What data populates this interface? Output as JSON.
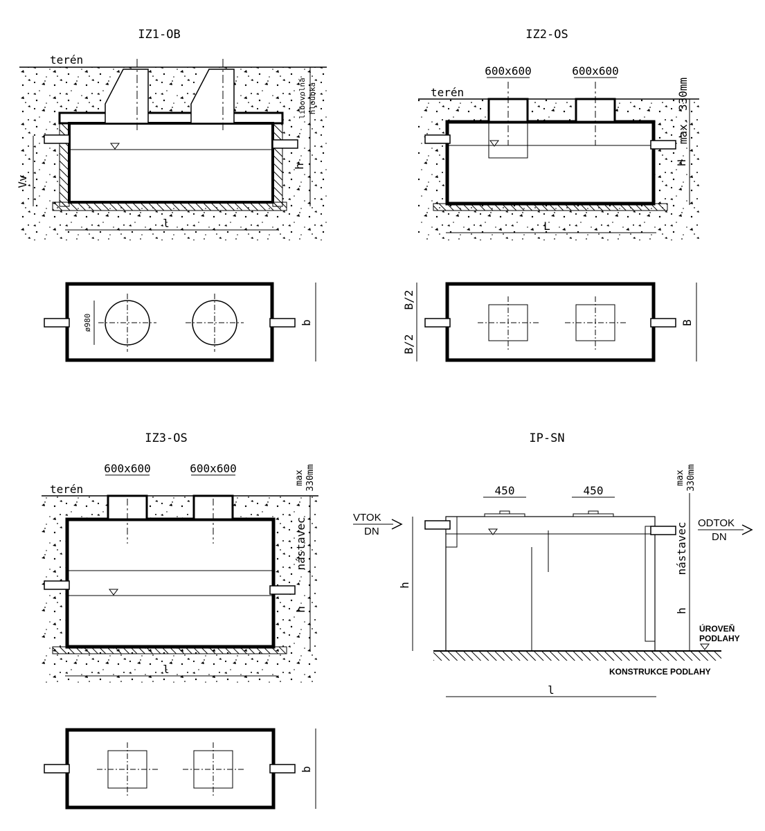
{
  "views": {
    "iz1": {
      "title": "IZ1-OB",
      "teren": "terén",
      "depth_label_1": "libovolná",
      "depth_label_2": "hloubka",
      "vv": "Vv",
      "h": "h",
      "l": "l",
      "diameter": "ø980",
      "b": "b"
    },
    "iz2": {
      "title": "IZ2-OS",
      "teren": "terén",
      "opening_1": "600x600",
      "opening_2": "600x600",
      "max_label": "max. 330mm",
      "H": "H",
      "L": "L",
      "b_half_top": "B/2",
      "b_half_bottom": "B/2",
      "B": "B"
    },
    "iz3": {
      "title": "IZ3-OS",
      "teren": "terén",
      "opening_1": "600x600",
      "opening_2": "600x600",
      "max_1": "max",
      "max_2": "330mm",
      "nastavec": "nástavec",
      "h": "h",
      "l": "l",
      "b": "b"
    },
    "ip": {
      "title": "IP-SN",
      "opening_1": "450",
      "opening_2": "450",
      "inlet_1": "VTOK",
      "inlet_2": "DN",
      "outlet_1": "ODTOK",
      "outlet_2": "DN",
      "max_1": "max",
      "max_2": "330mm",
      "nastavec": "nástavec",
      "h_right": "h",
      "h_left": "h",
      "floor_1": "ÚROVEŇ",
      "floor_2": "PODLAHY",
      "construction": "KONSTRUKCE PODLAHY",
      "l": "l"
    }
  }
}
